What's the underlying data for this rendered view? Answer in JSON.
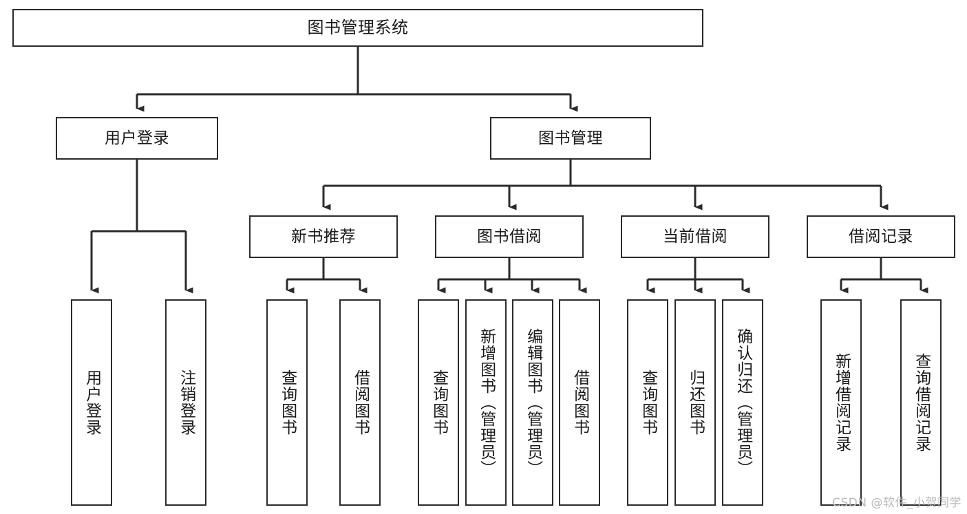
{
  "diagram": {
    "title": "图书管理系统",
    "type": "tree-hierarchy-functional-structure",
    "watermark": "CSDN @软件_小贺同学",
    "colors": {
      "stroke": "#2b2b2b",
      "fill": "#ffffff",
      "text": "#1a1a1a",
      "watermark": "#b9b9b9"
    },
    "nodes": {
      "root": {
        "label": "图书管理系统"
      },
      "level2": [
        {
          "id": "user-login",
          "label": "用户登录"
        },
        {
          "id": "book-manage",
          "label": "图书管理"
        }
      ],
      "level3": [
        {
          "id": "new-book-recommend",
          "label": "新书推荐"
        },
        {
          "id": "book-borrow",
          "label": "图书借阅"
        },
        {
          "id": "current-borrow",
          "label": "当前借阅"
        },
        {
          "id": "borrow-record",
          "label": "借阅记录"
        }
      ],
      "leaves": [
        {
          "id": "leaf-user-login",
          "label": "用户登录",
          "parent": "user-login"
        },
        {
          "id": "leaf-logout-login",
          "label": "注销登录",
          "parent": "user-login"
        },
        {
          "id": "leaf-query-book-1",
          "label": "查询图书",
          "parent": "new-book-recommend"
        },
        {
          "id": "leaf-borrow-book-1",
          "label": "借阅图书",
          "parent": "new-book-recommend"
        },
        {
          "id": "leaf-query-book-2",
          "label": "查询图书",
          "parent": "book-borrow"
        },
        {
          "id": "leaf-add-book",
          "label": "新增图书（管理员）",
          "parent": "book-borrow"
        },
        {
          "id": "leaf-edit-book",
          "label": "编辑图书（管理员）",
          "parent": "book-borrow"
        },
        {
          "id": "leaf-borrow-book-2",
          "label": "借阅图书",
          "parent": "book-borrow"
        },
        {
          "id": "leaf-query-book-3",
          "label": "查询图书",
          "parent": "current-borrow"
        },
        {
          "id": "leaf-return-book",
          "label": "归还图书",
          "parent": "current-borrow"
        },
        {
          "id": "leaf-confirm-return",
          "label": "确认归还（管理员）",
          "parent": "current-borrow"
        },
        {
          "id": "leaf-add-record",
          "label": "新增借阅记录",
          "parent": "borrow-record"
        },
        {
          "id": "leaf-query-record",
          "label": "查询借阅记录",
          "parent": "borrow-record"
        }
      ]
    }
  }
}
